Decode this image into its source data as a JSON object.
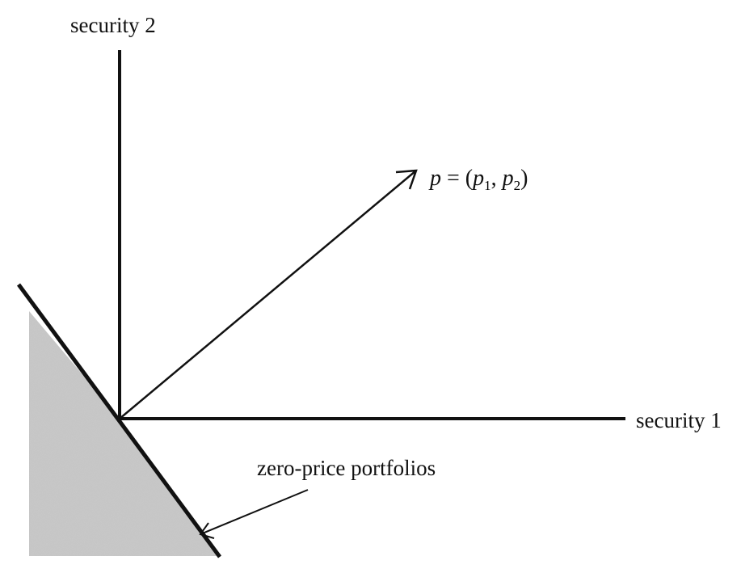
{
  "axes": {
    "y_label": "security 2",
    "x_label": "security 1"
  },
  "vector": {
    "symbol": "p",
    "equals": " = (",
    "component1": "p",
    "component1_sub": "1",
    "separator": ", ",
    "component2": "p",
    "component2_sub": "2",
    "close": ")"
  },
  "annotation": {
    "text": "zero-price portfolios"
  },
  "colors": {
    "ink": "#111111",
    "shade": "#b8b8b8",
    "background": "#ffffff"
  }
}
